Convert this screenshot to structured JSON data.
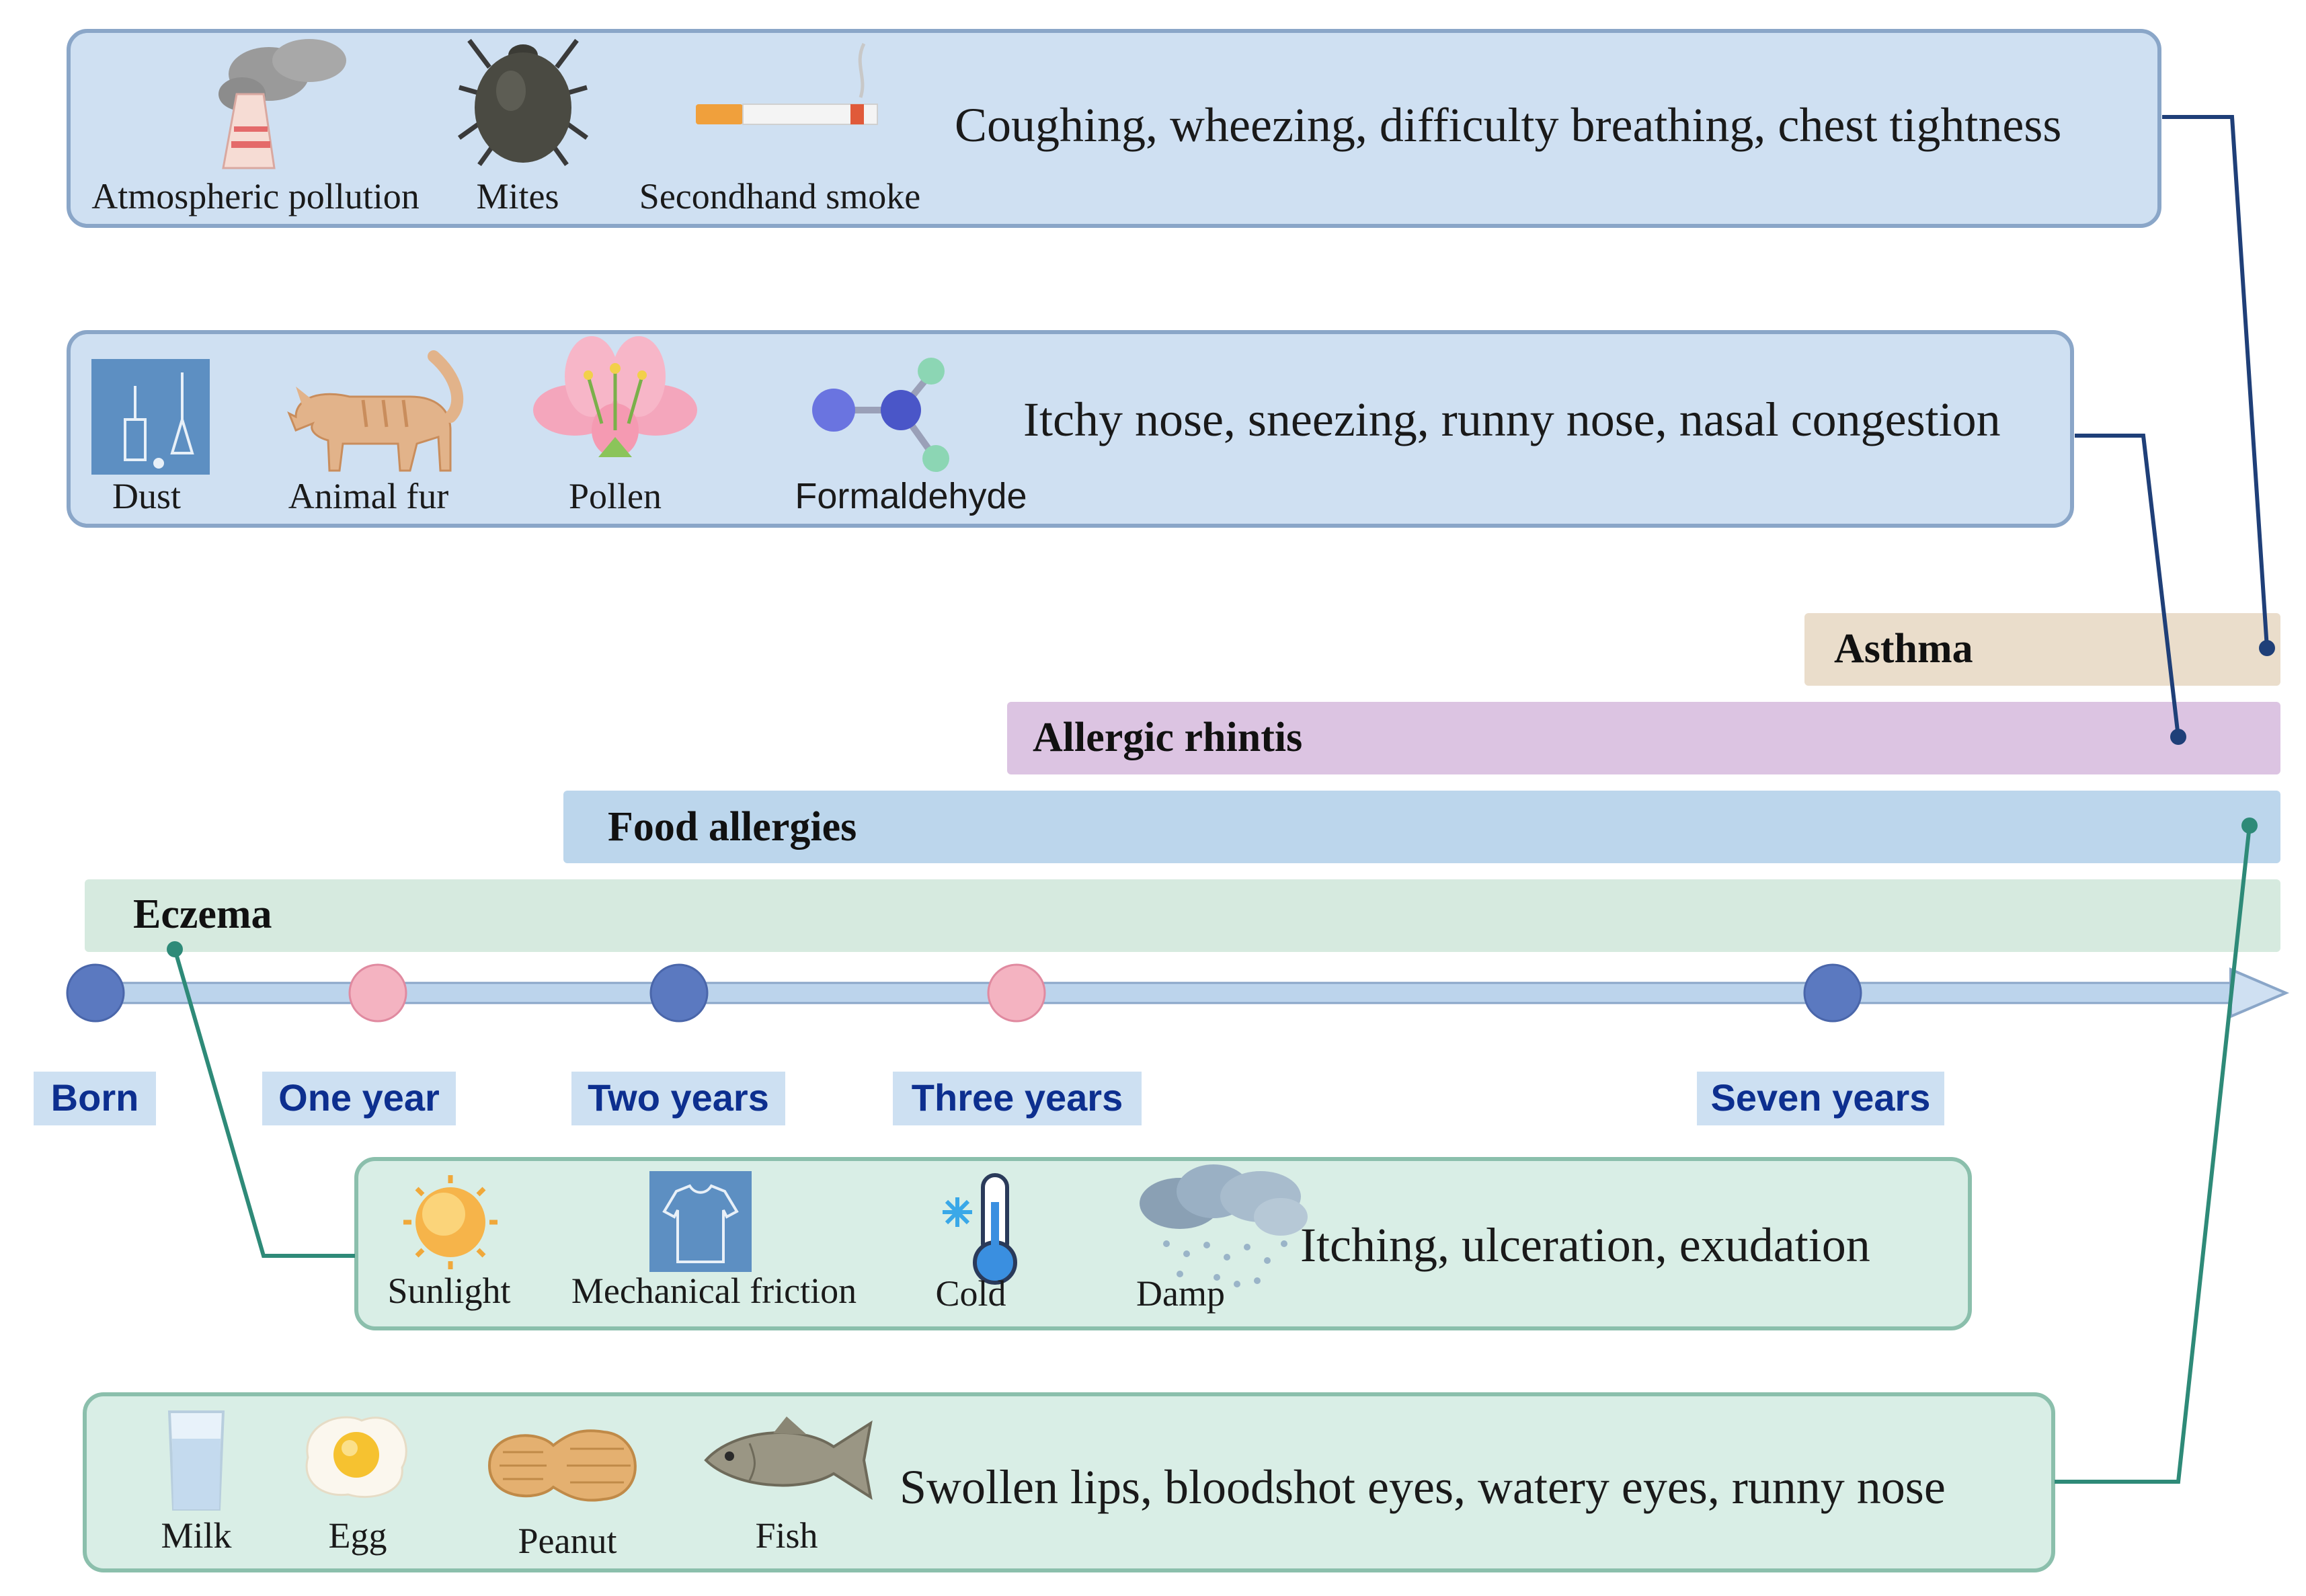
{
  "colors": {
    "blue_panel_fill": "#cfe0f2",
    "blue_panel_stroke": "#8aa6c8",
    "green_panel_fill": "#d9eee6",
    "green_panel_stroke": "#8bbfac",
    "asthma_bar": "#eaddcb",
    "rhinitis_bar": "#dcc4e2",
    "food_bar": "#bcd6ec",
    "eczema_bar": "#d6eadf",
    "timeline_node_blue": "#5b79c0",
    "timeline_node_pink": "#f4b3c1",
    "age_label_bg": "#cde0f2",
    "age_label_text": "#0d2f8f",
    "blue_connector": "#1f3f78",
    "green_connector": "#2e8a78"
  },
  "panels": {
    "asthma_triggers": {
      "items": [
        {
          "label": "Atmospheric pollution",
          "icon": "factory-pollution-icon"
        },
        {
          "label": "Mites",
          "icon": "mite-icon"
        },
        {
          "label": "Secondhand smoke",
          "icon": "cigarette-icon"
        }
      ],
      "symptoms": "Coughing, wheezing, difficulty breathing, chest tightness"
    },
    "rhinitis_triggers": {
      "items": [
        {
          "label": "Dust",
          "icon": "dust-icon"
        },
        {
          "label": "Animal fur",
          "icon": "cat-icon"
        },
        {
          "label": "Pollen",
          "icon": "flower-icon"
        },
        {
          "label": "Formaldehyde",
          "icon": "molecule-icon"
        }
      ],
      "symptoms": "Itchy nose, sneezing, runny nose, nasal congestion"
    },
    "eczema_triggers": {
      "items": [
        {
          "label": "Sunlight",
          "icon": "sun-icon"
        },
        {
          "label": "Mechanical friction",
          "icon": "shirt-icon"
        },
        {
          "label": "Cold",
          "icon": "thermometer-snowflake-icon"
        },
        {
          "label": "Damp",
          "icon": "rain-cloud-icon"
        }
      ],
      "symptoms": "Itching, ulceration, exudation"
    },
    "food_triggers": {
      "items": [
        {
          "label": "Milk",
          "icon": "milk-glass-icon"
        },
        {
          "label": "Egg",
          "icon": "fried-egg-icon"
        },
        {
          "label": "Peanut",
          "icon": "peanut-icon"
        },
        {
          "label": "Fish",
          "icon": "fish-icon"
        }
      ],
      "symptoms": "Swollen lips, bloodshot eyes, watery eyes, runny nose"
    }
  },
  "stages": {
    "asthma": "Asthma",
    "allergic_rhinitis": "Allergic rhintis",
    "food_allergies": "Food allergies",
    "eczema": "Eczema"
  },
  "timeline": {
    "nodes": [
      {
        "label": "Born",
        "node_color": "blue"
      },
      {
        "label": "One year",
        "node_color": "pink"
      },
      {
        "label": "Two years",
        "node_color": "blue"
      },
      {
        "label": "Three years",
        "node_color": "pink"
      },
      {
        "label": "Seven years",
        "node_color": "blue"
      }
    ]
  }
}
